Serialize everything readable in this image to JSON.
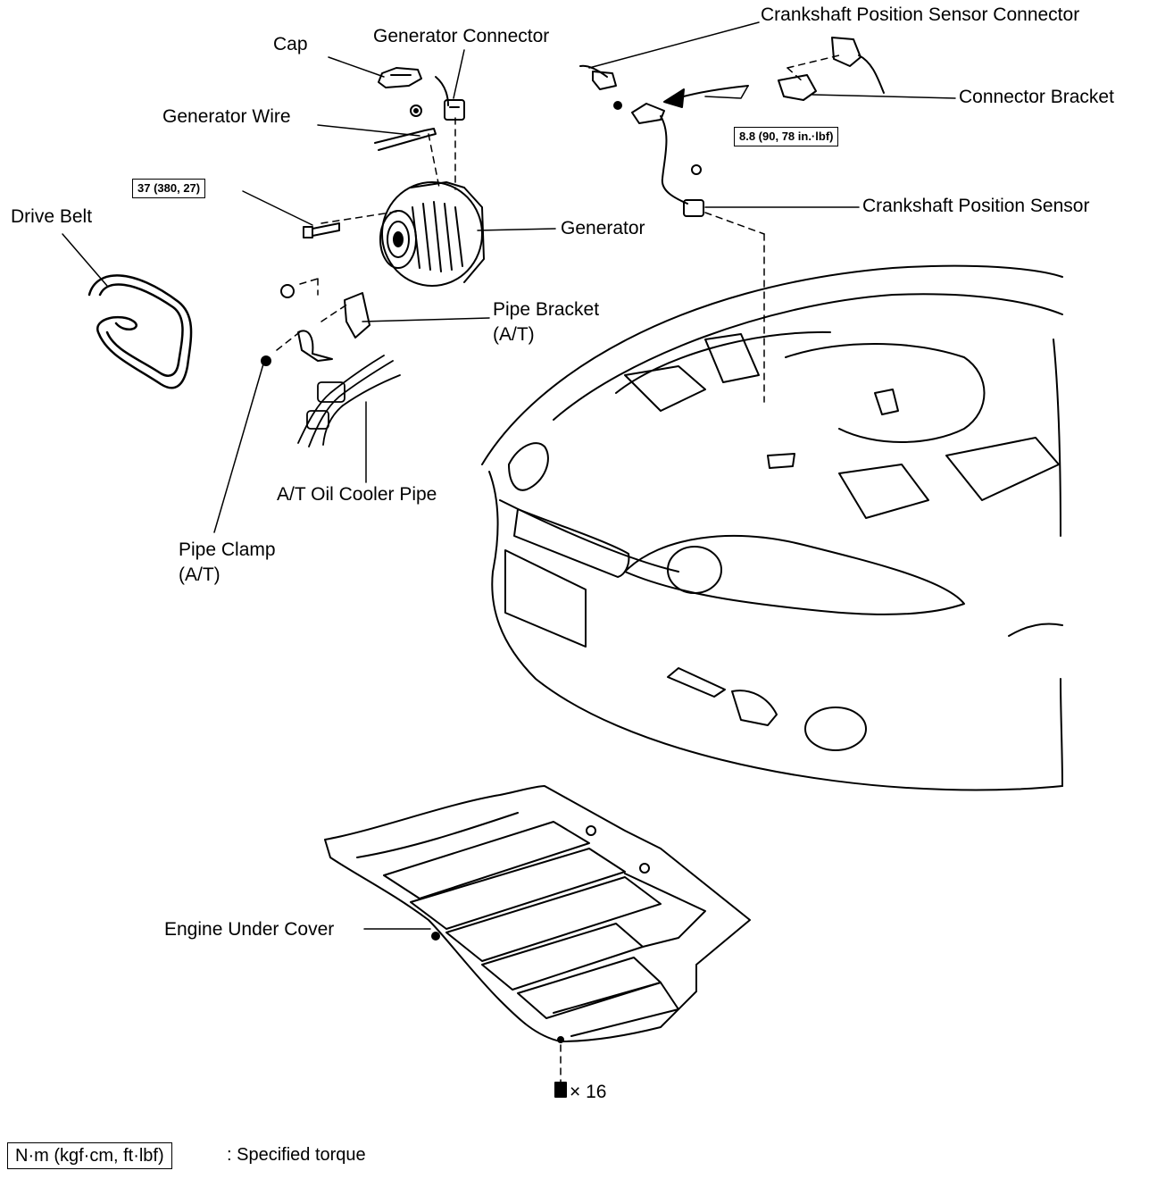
{
  "labels": {
    "cap": "Cap",
    "generator_connector": "Generator Connector",
    "crankshaft_sensor_connector": "Crankshaft Position Sensor Connector",
    "connector_bracket": "Connector Bracket",
    "generator_wire": "Generator Wire",
    "crankshaft_sensor": "Crankshaft Position Sensor",
    "drive_belt": "Drive Belt",
    "generator": "Generator",
    "pipe_bracket": "Pipe Bracket",
    "pipe_bracket_note": "(A/T)",
    "oil_cooler_pipe": "A/T Oil Cooler Pipe",
    "pipe_clamp": "Pipe Clamp",
    "pipe_clamp_note": "(A/T)",
    "engine_under_cover": "Engine Under Cover",
    "bolt_count": "× 16"
  },
  "torque": {
    "generator_bolt": "37 (380, 27)",
    "sensor_bolt": "8.8 (90, 78 in.·lbf)"
  },
  "legend": {
    "unit": "N·m (kgf·cm, ft·lbf)",
    "text": ": Specified torque"
  }
}
